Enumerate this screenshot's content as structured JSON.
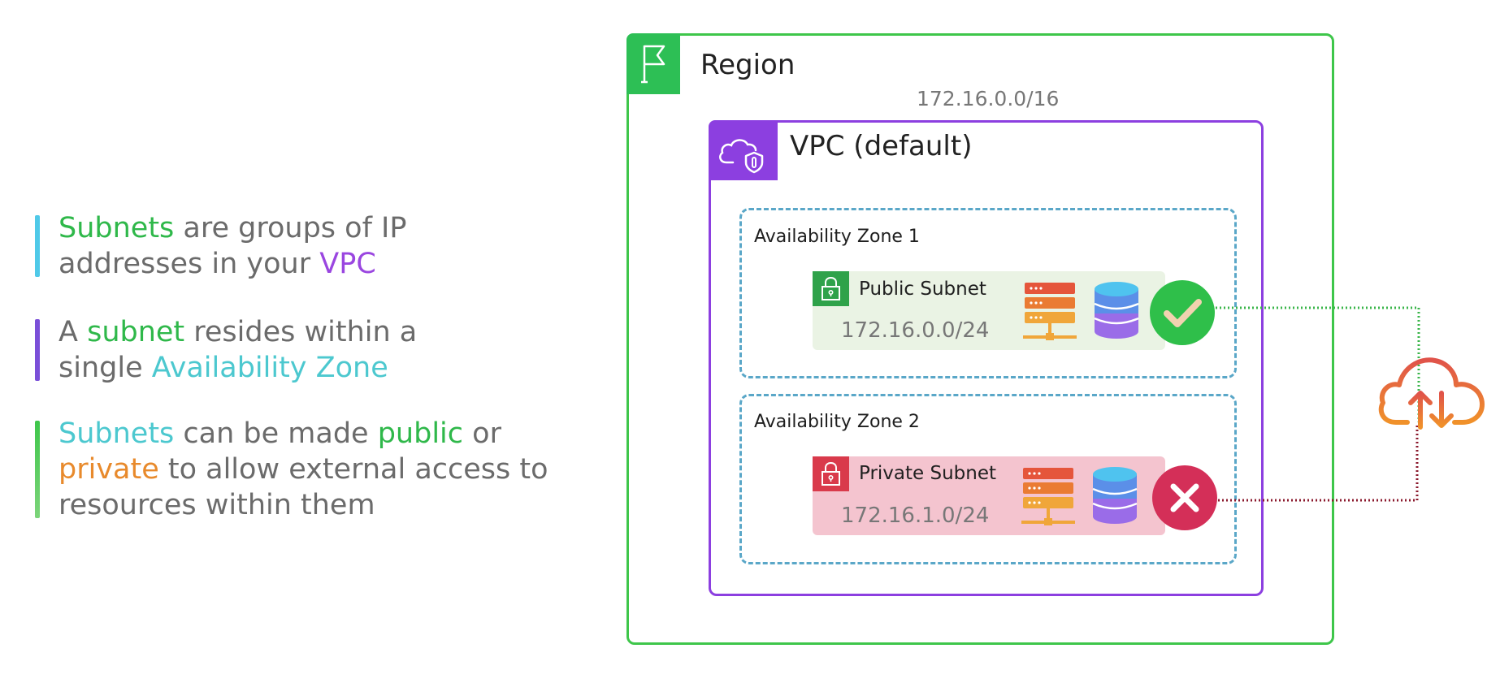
{
  "bullets": [
    {
      "line1": [
        {
          "text": "Subnets",
          "color": "#2fb84a"
        },
        {
          "text": " are groups of IP",
          "color": "#6b6b6b"
        }
      ],
      "line2": [
        {
          "text": "addresses in your ",
          "color": "#6b6b6b"
        },
        {
          "text": "VPC",
          "color": "#9a46e0"
        }
      ]
    },
    {
      "line1": [
        {
          "text": "A ",
          "color": "#6b6b6b"
        },
        {
          "text": "subnet",
          "color": "#2fb84a"
        },
        {
          "text": " resides within a",
          "color": "#6b6b6b"
        }
      ],
      "line2": [
        {
          "text": "single ",
          "color": "#6b6b6b"
        },
        {
          "text": "Availability Zone",
          "color": "#4cc8cf"
        }
      ]
    },
    {
      "line1": [
        {
          "text": "Subnets",
          "color": "#4cc8cf"
        },
        {
          "text": " can be made ",
          "color": "#6b6b6b"
        },
        {
          "text": "public",
          "color": "#2fb84a"
        },
        {
          "text": " or",
          "color": "#6b6b6b"
        }
      ],
      "line2": [
        {
          "text": "private",
          "color": "#e88a2c"
        },
        {
          "text": " to allow external access to",
          "color": "#6b6b6b"
        }
      ],
      "line3": [
        {
          "text": "resources within them",
          "color": "#6b6b6b"
        }
      ]
    }
  ],
  "region": {
    "title": "Region",
    "color": "#3ec64a",
    "icon": "flag-icon"
  },
  "vpc": {
    "title": "VPC (default)",
    "cidr": "172.16.0.0/16",
    "color": "#8c3fe0",
    "icon": "cloud-shield-icon"
  },
  "zones": [
    {
      "title": "Availability Zone 1",
      "subnet": {
        "name": "Public Subnet",
        "cidr": "172.16.0.0/24",
        "access": "allowed",
        "status_icon": "check-icon",
        "color": "#2fa24a"
      }
    },
    {
      "title": "Availability Zone 2",
      "subnet": {
        "name": "Private Subnet",
        "cidr": "172.16.1.0/24",
        "access": "denied",
        "status_icon": "x-icon",
        "color": "#d93a4b"
      }
    }
  ],
  "external": {
    "icon": "cloud-upload-download-icon",
    "color": "#e8772c"
  }
}
